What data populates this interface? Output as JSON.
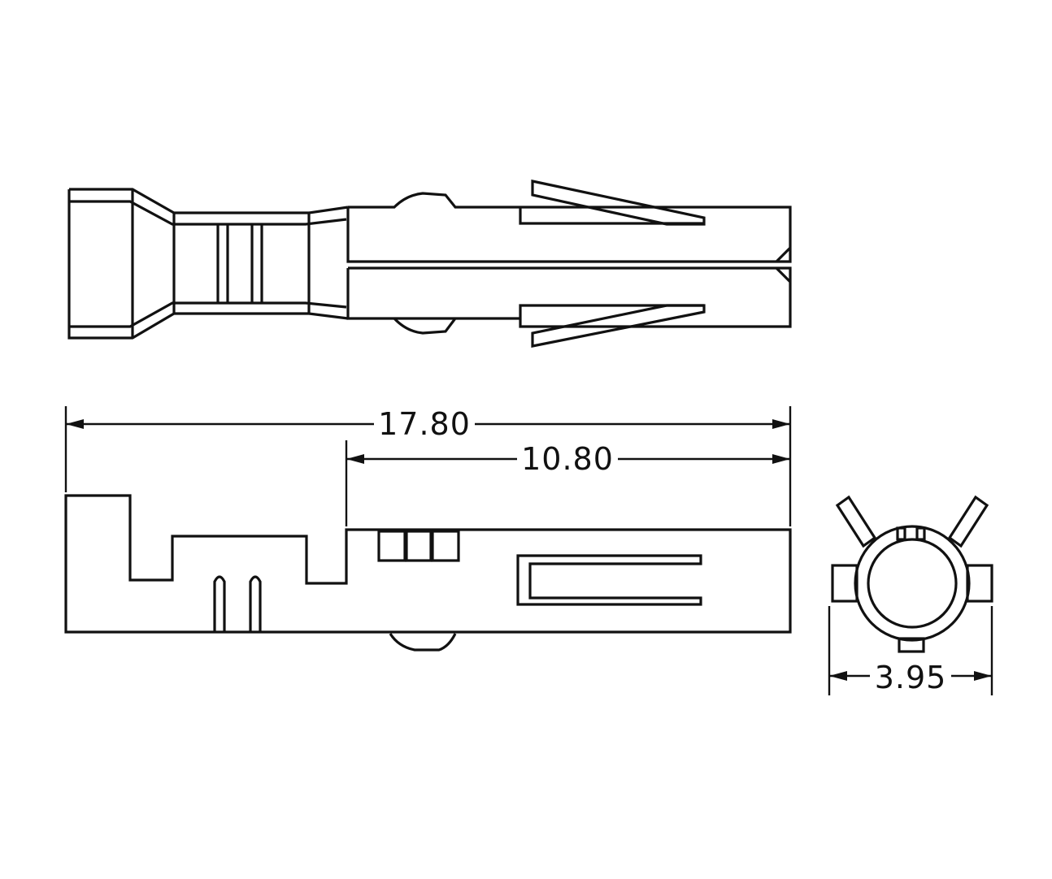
{
  "dimensions": {
    "overall_length": "17.80",
    "contact_length": "10.80",
    "width": "3.95"
  },
  "colors": {
    "line": "#111111",
    "background": "#ffffff"
  }
}
